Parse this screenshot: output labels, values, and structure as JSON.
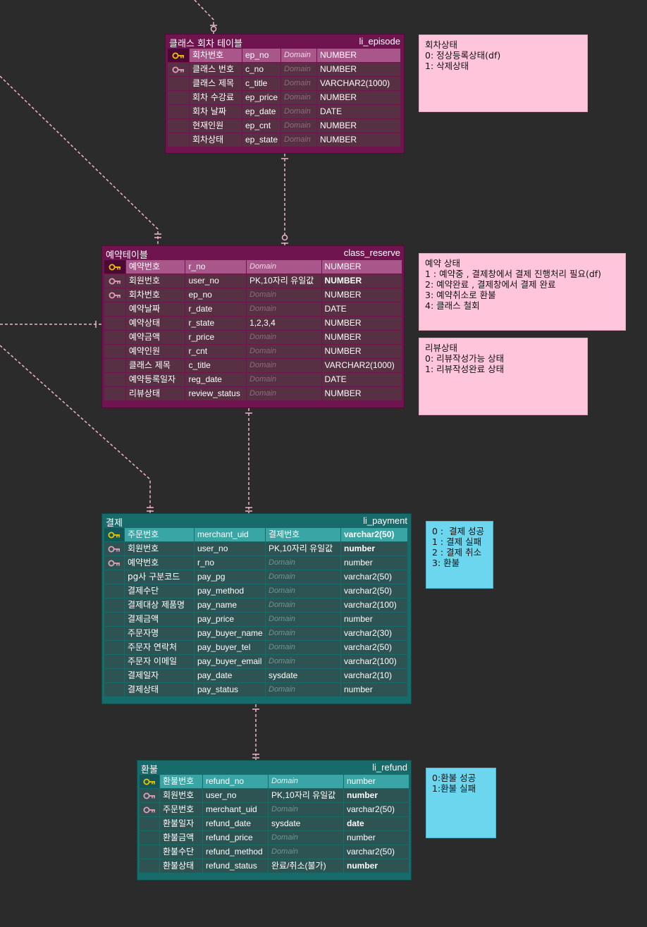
{
  "tables": [
    {
      "theme": "mag",
      "logical_name": "클래스 회차 테이블",
      "physical_name": "li_episode",
      "rows": [
        {
          "key": "pk",
          "logical": "회차번호",
          "physical": "ep_no",
          "domain": "Domain",
          "type": "NUMBER"
        },
        {
          "key": "fk",
          "logical": "클래스 번호",
          "physical": "c_no",
          "domain": "Domain",
          "type": "NUMBER"
        },
        {
          "key": "",
          "logical": "클래스 제목",
          "physical": "c_title",
          "domain": "Domain",
          "type": "VARCHAR2(1000)"
        },
        {
          "key": "",
          "logical": "회차 수강료",
          "physical": "ep_price",
          "domain": "Domain",
          "type": "NUMBER"
        },
        {
          "key": "",
          "logical": "회차 날짜",
          "physical": "ep_date",
          "domain": "Domain",
          "type": "DATE"
        },
        {
          "key": "",
          "logical": "현재인원",
          "physical": "ep_cnt",
          "domain": "Domain",
          "type": "NUMBER"
        },
        {
          "key": "",
          "logical": "회차상태",
          "physical": "ep_state",
          "domain": "Domain",
          "type": "NUMBER"
        }
      ]
    },
    {
      "theme": "mag",
      "logical_name": "예약테이블",
      "physical_name": "class_reserve",
      "rows": [
        {
          "key": "pk",
          "logical": "예약번호",
          "physical": "r_no",
          "domain": "Domain",
          "type": "NUMBER"
        },
        {
          "key": "fk",
          "logical": "회원번호",
          "physical": "user_no",
          "domain": "PK,10자리 유일값",
          "type": "NUMBER",
          "type_red": true
        },
        {
          "key": "fk",
          "logical": "회차번호",
          "physical": "ep_no",
          "domain": "Domain",
          "type": "NUMBER"
        },
        {
          "key": "",
          "logical": "예약날짜",
          "physical": "r_date",
          "domain": "Domain",
          "type": "DATE"
        },
        {
          "key": "",
          "logical": "예약상태",
          "physical": "r_state",
          "domain": "1,2,3,4",
          "type": "NUMBER"
        },
        {
          "key": "",
          "logical": "예약금액",
          "physical": "r_price",
          "domain": "Domain",
          "type": "NUMBER"
        },
        {
          "key": "",
          "logical": "예약인원",
          "physical": "r_cnt",
          "domain": "Domain",
          "type": "NUMBER"
        },
        {
          "key": "",
          "logical": "클래스 제목",
          "physical": "c_title",
          "domain": "Domain",
          "type": "VARCHAR2(1000)"
        },
        {
          "key": "",
          "logical": "예약등록일자",
          "physical": "reg_date",
          "domain": "Domain",
          "type": "DATE"
        },
        {
          "key": "",
          "logical": "리뷰상태",
          "physical": "review_status",
          "domain": "Domain",
          "type": "NUMBER"
        }
      ]
    },
    {
      "theme": "teal",
      "logical_name": "결제",
      "physical_name": "li_payment",
      "rows": [
        {
          "key": "pk",
          "logical": "주문번호",
          "physical": "merchant_uid",
          "domain": "결제번호",
          "type": "varchar2(50)",
          "type_red": true
        },
        {
          "key": "fk",
          "logical": "회원번호",
          "physical": "user_no",
          "domain": "PK,10자리 유일값",
          "type": "number",
          "type_red": true
        },
        {
          "key": "fk",
          "logical": "예약번호",
          "physical": "r_no",
          "domain": "Domain",
          "type": "number"
        },
        {
          "key": "",
          "logical": "pg사 구분코드",
          "physical": "pay_pg",
          "domain": "Domain",
          "type": "varchar2(50)"
        },
        {
          "key": "",
          "logical": "결제수단",
          "physical": "pay_method",
          "domain": "Domain",
          "type": "varchar2(50)"
        },
        {
          "key": "",
          "logical": "결제대상 제품명",
          "physical": "pay_name",
          "domain": "Domain",
          "type": "varchar2(100)"
        },
        {
          "key": "",
          "logical": "결제금액",
          "physical": "pay_price",
          "domain": "Domain",
          "type": "number"
        },
        {
          "key": "",
          "logical": "주문자명",
          "physical": "pay_buyer_name",
          "domain": "Domain",
          "type": "varchar2(30)"
        },
        {
          "key": "",
          "logical": "주문자 연락처",
          "physical": "pay_buyer_tel",
          "domain": "Domain",
          "type": "varchar2(50)"
        },
        {
          "key": "",
          "logical": "주문자 이메일",
          "physical": "pay_buyer_email",
          "domain": "Domain",
          "type": "varchar2(100)"
        },
        {
          "key": "",
          "logical": "결제일자",
          "physical": "pay_date",
          "domain": "sysdate",
          "type": "varchar2(10)"
        },
        {
          "key": "",
          "logical": "결제상태",
          "physical": "pay_status",
          "domain": "Domain",
          "type": "number"
        }
      ]
    },
    {
      "theme": "teal",
      "logical_name": "환불",
      "physical_name": "li_refund",
      "rows": [
        {
          "key": "pk",
          "logical": "환불번호",
          "physical": "refund_no",
          "domain": "Domain",
          "type": "number"
        },
        {
          "key": "fk",
          "logical": "회원번호",
          "physical": "user_no",
          "domain": "PK,10자리 유일값",
          "type": "number",
          "type_red": true
        },
        {
          "key": "fk",
          "logical": "주문번호",
          "physical": "merchant_uid",
          "domain": "Domain",
          "type": "varchar2(50)"
        },
        {
          "key": "",
          "logical": "환불일자",
          "physical": "refund_date",
          "domain": "sysdate",
          "type": "date",
          "type_red": true
        },
        {
          "key": "",
          "logical": "환불금액",
          "physical": "refund_price",
          "domain": "Domain",
          "type": "number"
        },
        {
          "key": "",
          "logical": "환불수단",
          "physical": "refund_method",
          "domain": "Domain",
          "type": "varchar2(50)"
        },
        {
          "key": "",
          "logical": "환불상태",
          "physical": "refund_status",
          "domain": "완료/취소(불가)",
          "type": "number",
          "type_red": true
        }
      ]
    }
  ],
  "notes": [
    {
      "color": "pink",
      "text": "회차상태\n0: 정상등록상태(df)\n1: 삭제상태"
    },
    {
      "color": "pink",
      "text": "예약 상태\n1 : 예약중 , 결제창에서 결제 진행처리 필요(df)\n2: 예약완료 , 결제창에서 결제 완료\n3: 예약취소로 환불\n4: 클래스 철회"
    },
    {
      "color": "pink",
      "text": "리뷰상태\n0: 리뷰작성가능 상태\n1: 리뷰작성완료 상태"
    },
    {
      "color": "cyan",
      "text": "0 :  결제 성공\n1 : 결제 실패\n2 : 결제 취소\n3: 환불"
    },
    {
      "color": "cyan",
      "text": "0:환불 성공\n1:환불 실패"
    }
  ],
  "colors": {
    "relationship_line": "#f0b8c8",
    "pk_key_icon": "#f2c200",
    "fk_key_icon": "#e0a0b8",
    "red_type": "#ff4a4a"
  },
  "icons": {
    "pk": "primary-key-icon",
    "fk": "foreign-key-icon"
  }
}
